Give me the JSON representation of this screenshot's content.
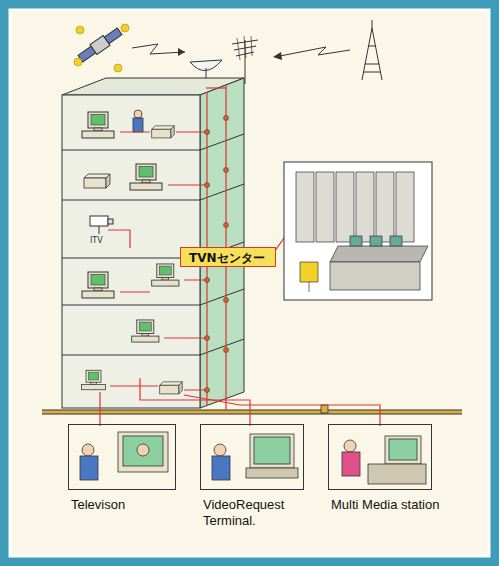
{
  "diagram": {
    "nodes": [
      {
        "text": [
          "TVNセンター"
        ]
      },
      {
        "text": [
          "Televison"
        ]
      },
      {
        "text": [
          "VideoRequest Terminal."
        ]
      },
      {
        "text": [
          "Multi Media station"
        ]
      }
    ],
    "labels": [
      "ITV"
    ]
  }
}
